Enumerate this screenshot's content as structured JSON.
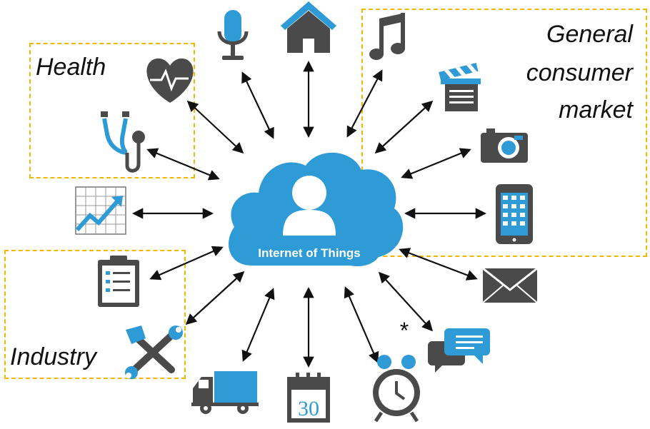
{
  "center": {
    "label": "Internet of Things"
  },
  "groups": {
    "health": {
      "label": "Health"
    },
    "industry": {
      "label": "Industry"
    },
    "consumer": {
      "label_line1": "General",
      "label_line2": "consumer",
      "label_line3": "market"
    }
  },
  "marker": {
    "text": "*"
  },
  "calendar": {
    "day": "30"
  },
  "colors": {
    "accent": "#2e9bd6",
    "icon_dark": "#4a4a4a",
    "box_border": "#f2b705",
    "arrow": "#111111"
  },
  "icons": [
    "microphone-icon",
    "home-icon",
    "music-note-icon",
    "clapperboard-icon",
    "camera-icon",
    "smartphone-icon",
    "envelope-icon",
    "chat-bubbles-icon",
    "alarm-clock-icon",
    "calendar-icon",
    "truck-icon",
    "tools-icon",
    "clipboard-icon",
    "growth-chart-icon",
    "stethoscope-icon",
    "heart-rate-icon"
  ]
}
